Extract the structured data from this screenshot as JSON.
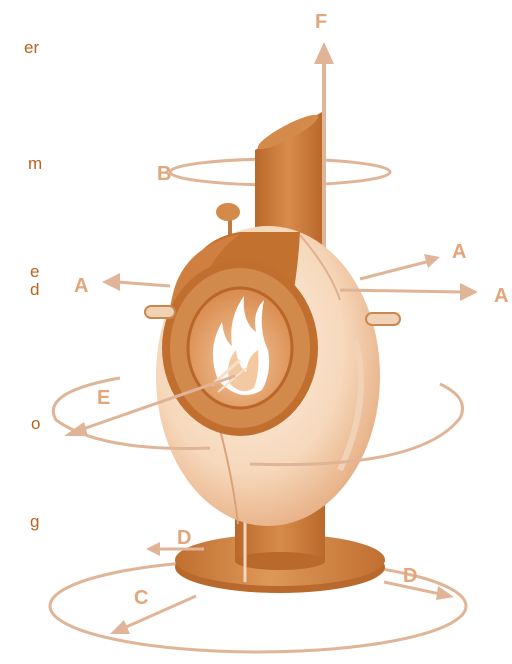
{
  "clipped_text": [
    "er",
    "m",
    "e",
    "d",
    "o",
    "g"
  ],
  "labels": {
    "f": "F",
    "b": "B",
    "a_left": "A",
    "a_right_upper": "A",
    "a_right_lower": "A",
    "e": "E",
    "d_left": "D",
    "d_right": "D",
    "c": "C"
  },
  "colors": {
    "arrow": "#e0b497",
    "label": "#e3a67a",
    "stove_dark": "#c87a3c",
    "stove_light": "#f8e0c6",
    "fire": "#ffffff",
    "text": "#b5651d"
  },
  "icons": {
    "stove": "wood-stove-illustration",
    "fire": "flame-icon"
  }
}
